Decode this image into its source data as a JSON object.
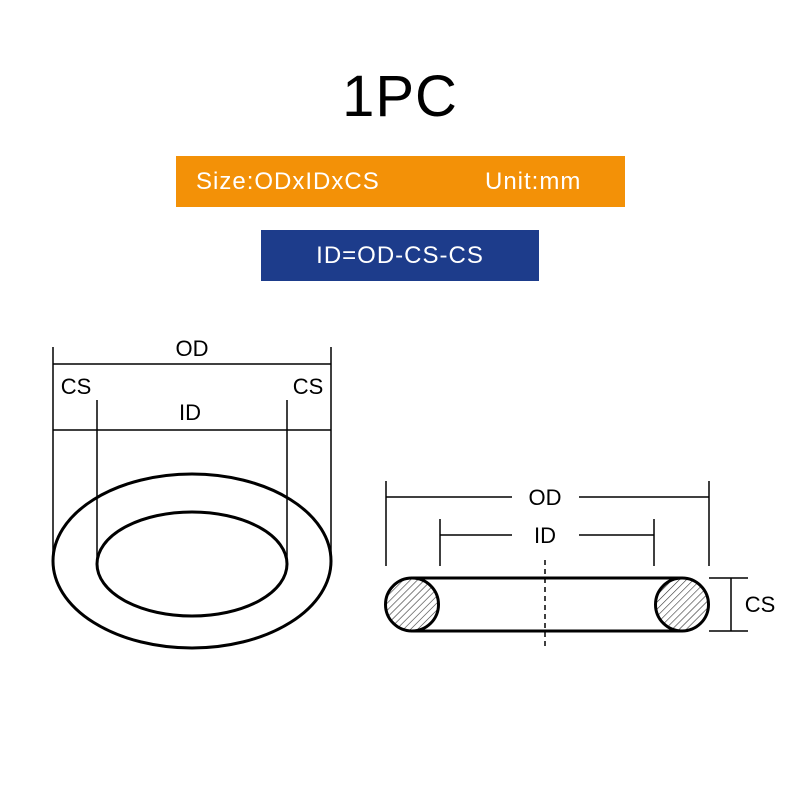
{
  "title": "1PC",
  "size_label": "Size:ODxIDxCS",
  "unit_label": "Unit:mm",
  "formula": "ID=OD-CS-CS",
  "colors": {
    "orange": "#f39107",
    "blue": "#1d3c8b"
  },
  "left_view": {
    "od_label": "OD",
    "cs_left_label": "CS",
    "cs_right_label": "CS",
    "id_label": "ID"
  },
  "right_view": {
    "od_label": "OD",
    "id_label": "ID",
    "cs_label": "CS"
  }
}
